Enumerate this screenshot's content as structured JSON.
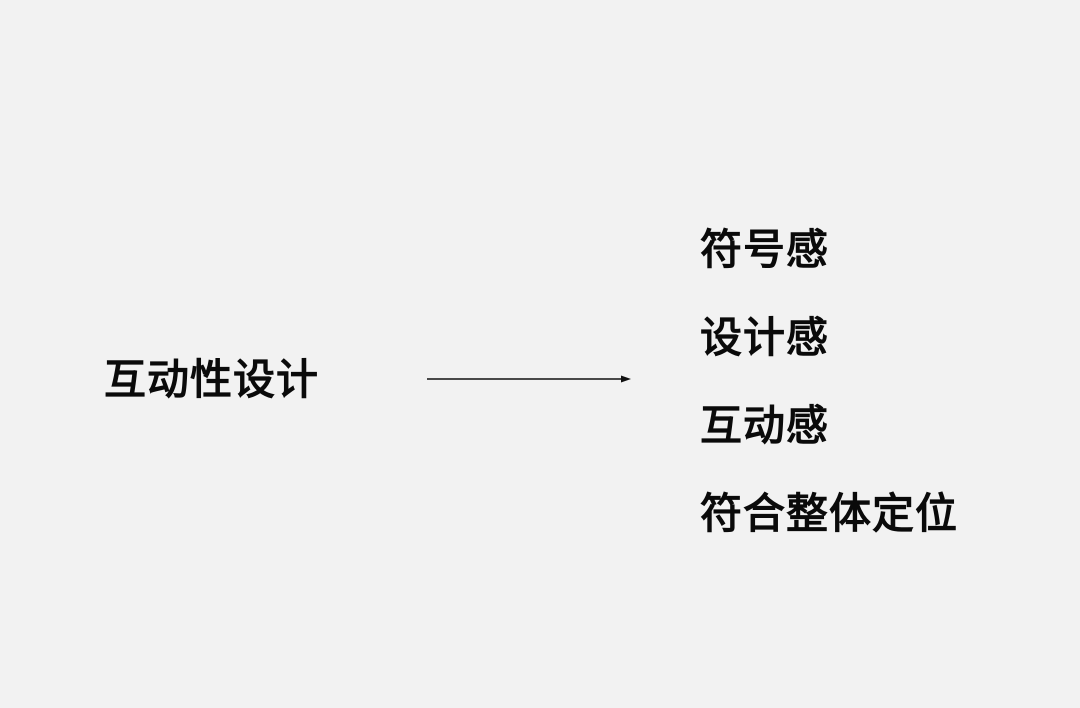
{
  "diagram": {
    "source": "互动性设计",
    "targets": [
      "符号感",
      "设计感",
      "互动感",
      "符合整体定位"
    ]
  }
}
